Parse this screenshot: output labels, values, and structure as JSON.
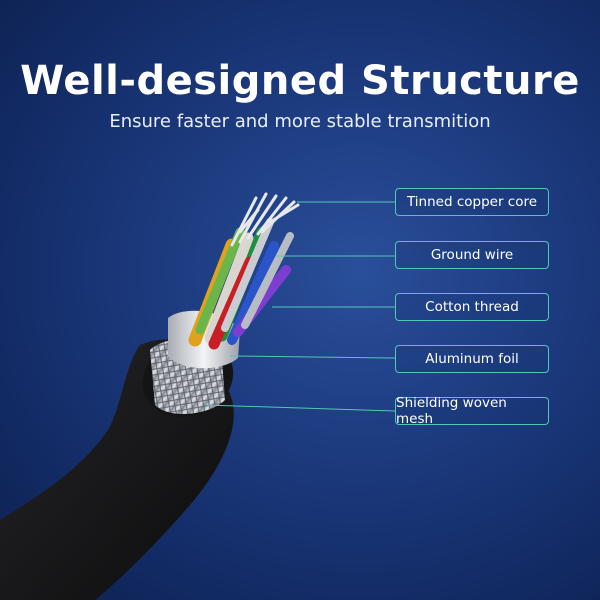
{
  "header": {
    "title": "Well-designed Structure",
    "subtitle": "Ensure faster and more stable transmition"
  },
  "callouts": [
    {
      "label": "Tinned copper core"
    },
    {
      "label": "Ground wire"
    },
    {
      "label": "Cotton thread"
    },
    {
      "label": "Aluminum foil"
    },
    {
      "label": "Shielding woven mesh"
    }
  ],
  "colors": {
    "background": "#1c3a7e",
    "callout_border": "#52c7b6",
    "title_text": "#ffffff"
  }
}
